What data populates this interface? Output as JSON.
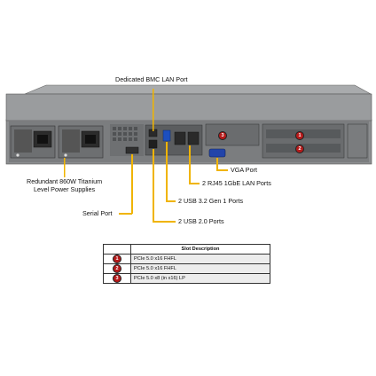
{
  "callouts": {
    "bmc_lan": "Dedicated BMC LAN Port",
    "psu_line1": "Redundant  860W Titanium",
    "psu_line2": "Level Power Supplies",
    "vga": "VGA Port",
    "rj45": "2 RJ45 1GbE LAN Ports",
    "usb3": "2 USB 3.2 Gen 1 Ports",
    "serial": "Serial Port",
    "usb2": "2 USB 2.0 Ports"
  },
  "slot_badges": [
    "1",
    "2"
  ],
  "slot_table": {
    "header": "Slot Description",
    "rows": [
      {
        "num": "1",
        "desc": "PCIe 5.0 x16 FHFL"
      },
      {
        "num": "2",
        "desc": "PCIe 5.0 x16 FHFL"
      },
      {
        "num": "3",
        "desc": "PCIe 5.0 x8 (in x16) LP"
      }
    ]
  },
  "colors": {
    "leader": "#f0b400",
    "badge": "#b51a1a",
    "chassis": "#8c8e90"
  }
}
